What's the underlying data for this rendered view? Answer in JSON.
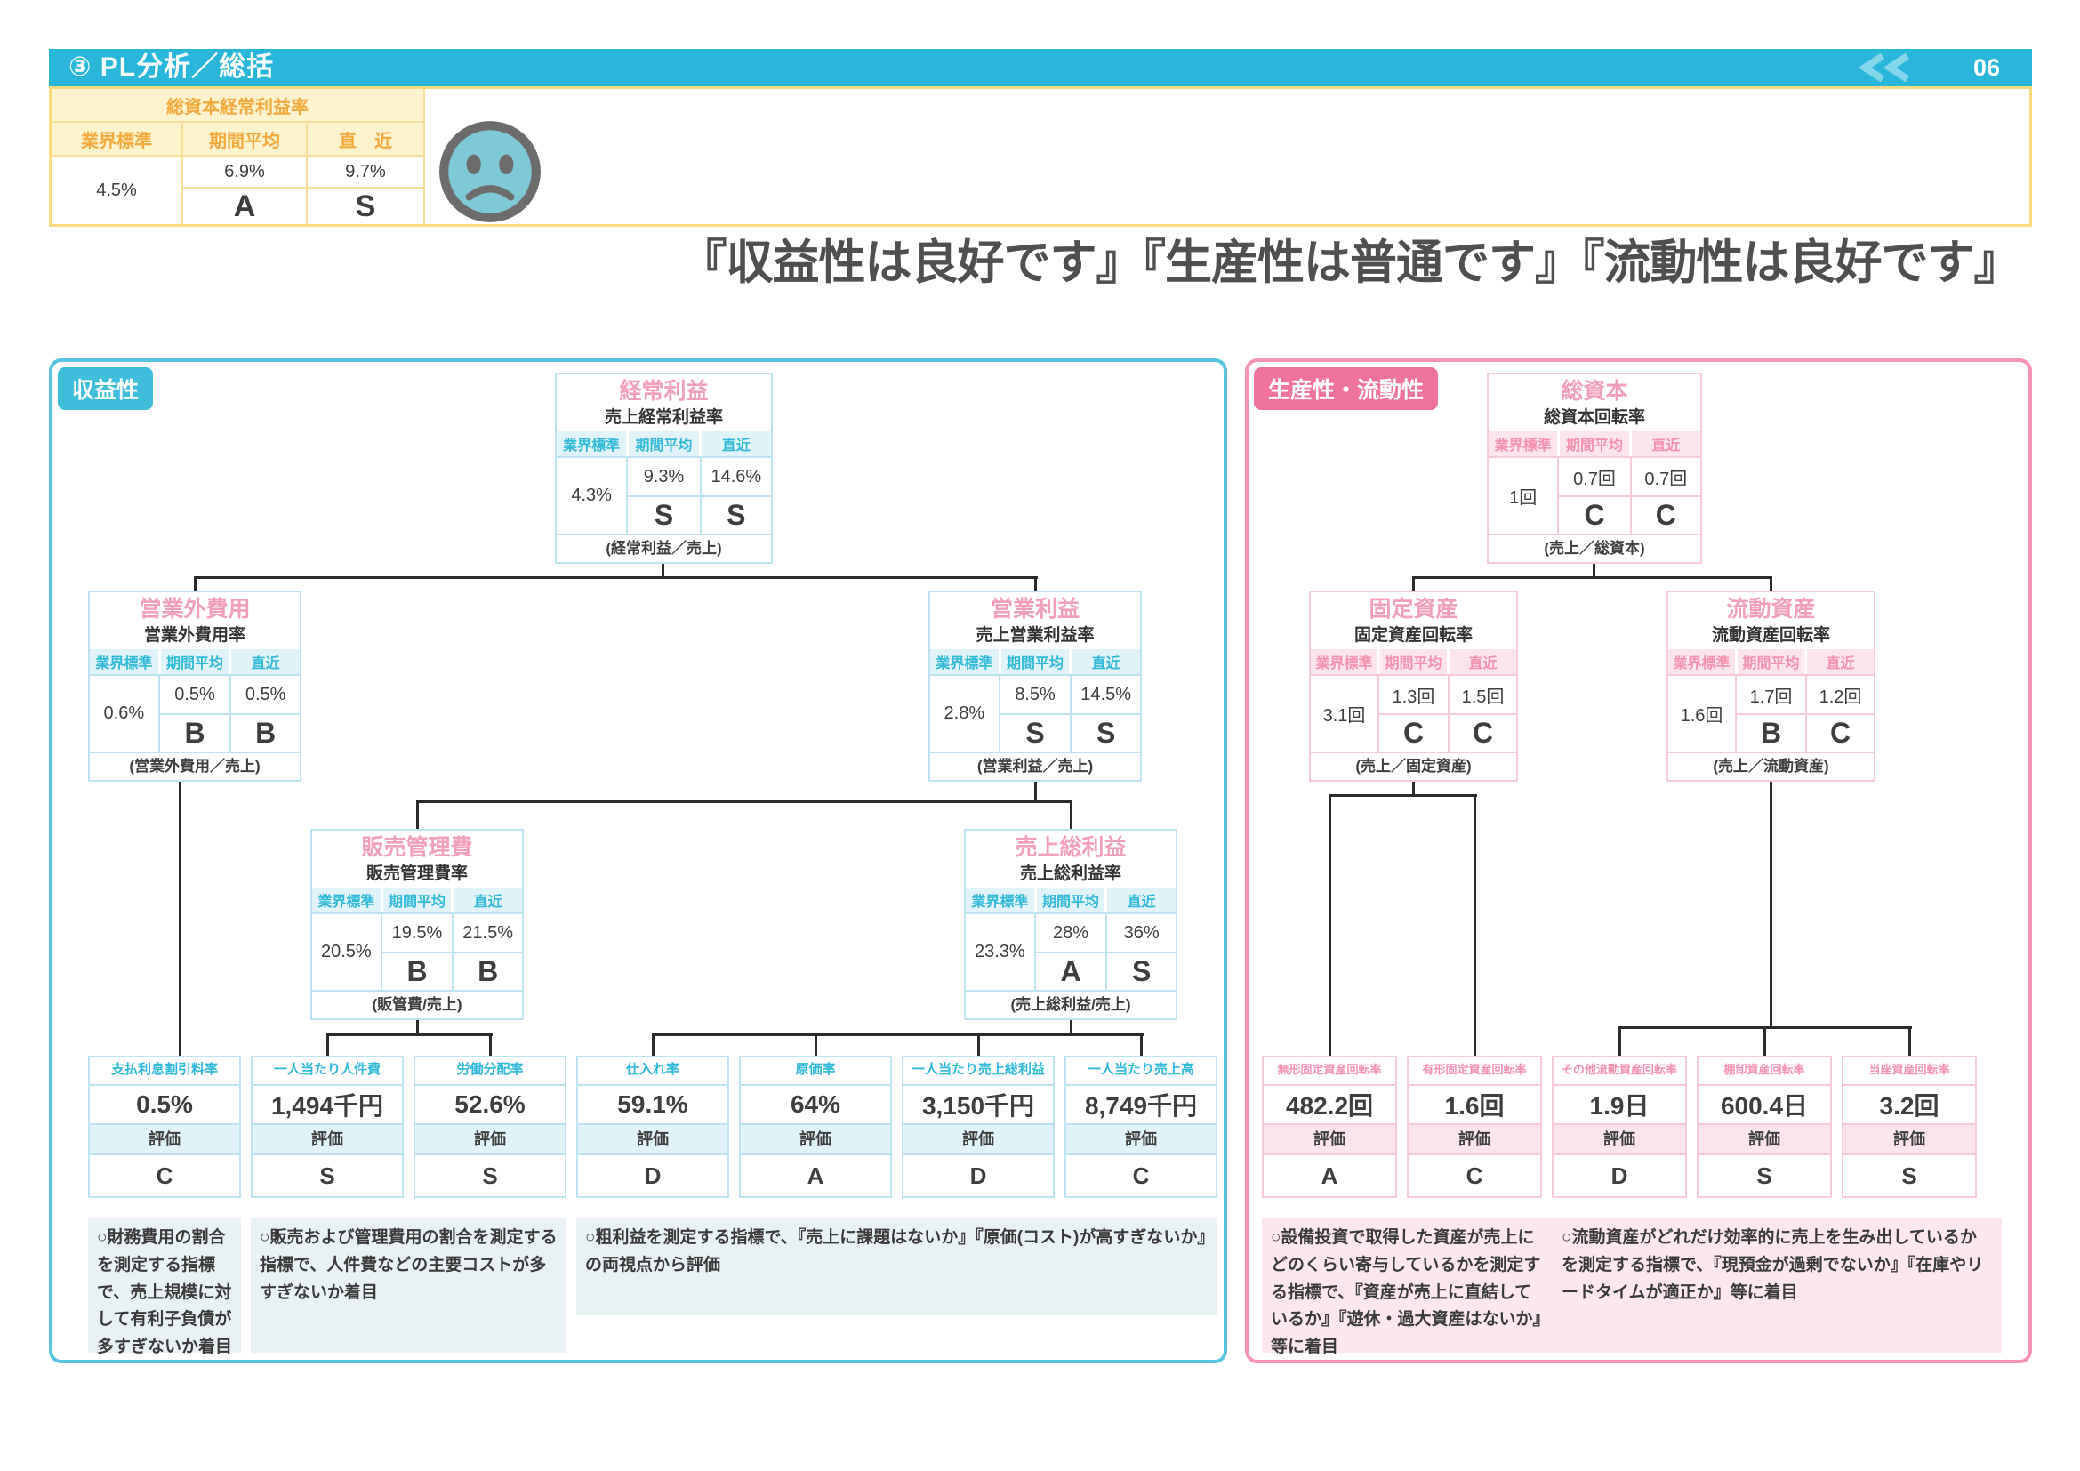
{
  "header": {
    "title": "③ PL分析／総括",
    "page_number": "06"
  },
  "summary": {
    "table": {
      "title": "総資本経常利益率",
      "col_industry": "業界標準",
      "col_avg": "期間平均",
      "col_recent": "直　近",
      "industry": "4.5%",
      "avg_value": "6.9%",
      "avg_grade": "A",
      "recent_value": "9.7%",
      "recent_grade": "S"
    },
    "headline": "『収益性は良好です』『生産性は普通です』『流動性は良好です』"
  },
  "labels": {
    "industry": "業界標準",
    "avg": "期間平均",
    "recent": "直近",
    "hyoka": "評価"
  },
  "profitability": {
    "label": "収益性",
    "boxes": [
      {
        "title": "経常利益",
        "metric": "売上経常利益率",
        "industry": "4.3%",
        "avg_value": "9.3%",
        "avg_grade": "S",
        "recent_value": "14.6%",
        "recent_grade": "S",
        "formula": "(経常利益／売上)"
      },
      {
        "title": "営業外費用",
        "metric": "営業外費用率",
        "industry": "0.6%",
        "avg_value": "0.5%",
        "avg_grade": "B",
        "recent_value": "0.5%",
        "recent_grade": "B",
        "formula": "(営業外費用／売上)"
      },
      {
        "title": "営業利益",
        "metric": "売上営業利益率",
        "industry": "2.8%",
        "avg_value": "8.5%",
        "avg_grade": "S",
        "recent_value": "14.5%",
        "recent_grade": "S",
        "formula": "(営業利益／売上)"
      },
      {
        "title": "販売管理費",
        "metric": "販売管理費率",
        "industry": "20.5%",
        "avg_value": "19.5%",
        "avg_grade": "B",
        "recent_value": "21.5%",
        "recent_grade": "B",
        "formula": "(販管費/売上)"
      },
      {
        "title": "売上総利益",
        "metric": "売上総利益率",
        "industry": "23.3%",
        "avg_value": "28%",
        "avg_grade": "A",
        "recent_value": "36%",
        "recent_grade": "S",
        "formula": "(売上総利益/売上)"
      }
    ],
    "leaves": [
      {
        "label": "支払利息割引料率",
        "value": "0.5%",
        "grade": "C"
      },
      {
        "label": "一人当たり人件費",
        "value": "1,494千円",
        "grade": "S"
      },
      {
        "label": "労働分配率",
        "value": "52.6%",
        "grade": "S"
      },
      {
        "label": "仕入れ率",
        "value": "59.1%",
        "grade": "D"
      },
      {
        "label": "原価率",
        "value": "64%",
        "grade": "A"
      },
      {
        "label": "一人当たり売上総利益",
        "value": "3,150千円",
        "grade": "D"
      },
      {
        "label": "一人当たり売上高",
        "value": "8,749千円",
        "grade": "C"
      }
    ],
    "notes": [
      "○財務費用の割合を測定する指標で、売上規模に対して有利子負債が多すぎないか着目",
      "○販売および管理費用の割合を測定する指標で、人件費などの主要コストが多すぎないか着目",
      "○粗利益を測定する指標で、『売上に課題はないか』『原価(コスト)が高すぎないか』の両視点から評価"
    ]
  },
  "productivity": {
    "label": "生産性・流動性",
    "boxes": [
      {
        "title": "総資本",
        "metric": "総資本回転率",
        "industry": "1回",
        "avg_value": "0.7回",
        "avg_grade": "C",
        "recent_value": "0.7回",
        "recent_grade": "C",
        "formula": "(売上／総資本)"
      },
      {
        "title": "固定資産",
        "metric": "固定資産回転率",
        "industry": "3.1回",
        "avg_value": "1.3回",
        "avg_grade": "C",
        "recent_value": "1.5回",
        "recent_grade": "C",
        "formula": "(売上／固定資産)"
      },
      {
        "title": "流動資産",
        "metric": "流動資産回転率",
        "industry": "1.6回",
        "avg_value": "1.7回",
        "avg_grade": "B",
        "recent_value": "1.2回",
        "recent_grade": "C",
        "formula": "(売上／流動資産)"
      }
    ],
    "leaves": [
      {
        "label": "無形固定資産回転率",
        "value": "482.2回",
        "grade": "A"
      },
      {
        "label": "有形固定資産回転率",
        "value": "1.6回",
        "grade": "C"
      },
      {
        "label": "その他流動資産回転率",
        "value": "1.9日",
        "grade": "D"
      },
      {
        "label": "棚卸資産回転率",
        "value": "600.4日",
        "grade": "S"
      },
      {
        "label": "当座資産回転率",
        "value": "3.2回",
        "grade": "S"
      }
    ],
    "notes": [
      "○設備投資で取得した資産が売上にどのくらい寄与しているかを測定する指標で、『資産が売上に直結しているか』『遊休・過大資産はないか』等に着目",
      "○流動資産がどれだけ効率的に売上を生み出しているかを測定する指標で、『現預金が過剰でないか』『在庫やリードタイムが適正か』等に着目"
    ]
  },
  "colors": {
    "header_bar": "#28b7da",
    "profitability_accent": "#30b9d8",
    "productivity_accent": "#f492b4",
    "box_title_pink": "#f29fbe",
    "summary_orange": "#f3a93c",
    "summary_yellow_border": "#fbd980"
  }
}
